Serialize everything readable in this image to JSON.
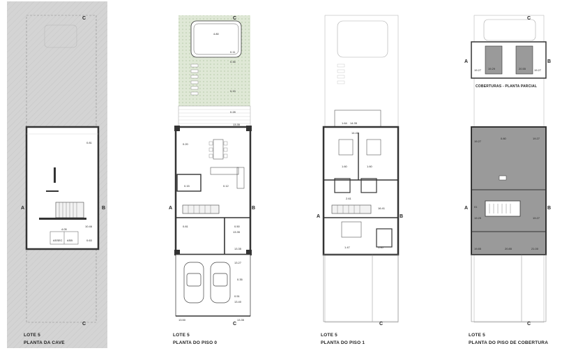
{
  "panels": [
    {
      "id": "cave",
      "lote": "LOTE 5",
      "title": "PLANTA DA CAVE",
      "cut_a": "A",
      "cut_b": "B",
      "cut_c": "C",
      "room_labels": [
        "4.05",
        "ASSEC",
        "ASB"
      ],
      "dims": [
        "0.81",
        "10.46",
        "0.63"
      ]
    },
    {
      "id": "piso0",
      "lote": "LOTE 5",
      "title": "PLANTA DO PISO 0",
      "cut_a": "A",
      "cut_b": "B",
      "cut_c": "C",
      "dims": [
        "4.80",
        "0.11",
        "0.35",
        "0.15",
        "0.28",
        "13.35",
        "0.20",
        "0.15",
        "0.12",
        "0.81",
        "13.35",
        "0.50",
        "13.35",
        "13.27",
        "0.35",
        "0.51",
        "13.40",
        "13.50",
        "13.35"
      ]
    },
    {
      "id": "piso1",
      "lote": "LOTE 5",
      "title": "PLANTA DO PISO 1",
      "cut_a": "A",
      "cut_b": "B",
      "cut_c": "C",
      "dims": [
        "1.64",
        "14.35",
        "14.41",
        "1.60",
        "1.60",
        "2.61",
        "16.41",
        "1.47",
        "1.40"
      ]
    },
    {
      "id": "cobertura",
      "lote": "LOTE 5",
      "title": "PLANTA DO PISO DE COBERTURA",
      "subtitle": "COBERTURAS - PLANTA PARCIAL",
      "cut_a": "A",
      "cut_b": "B",
      "cut_c": "C",
      "dims": [
        "19.27",
        "19.29",
        "20.55",
        "19.27",
        "19.27",
        "0.80",
        "19.27",
        "01",
        "19.29",
        "19.27",
        "19.85",
        "20.85",
        "21.00"
      ]
    }
  ],
  "colors": {
    "cave_bg": "#d4d4d4",
    "line": "#1a1a1a",
    "roof_fill": "#9a9a9a",
    "grass": "#dfe8d6"
  }
}
